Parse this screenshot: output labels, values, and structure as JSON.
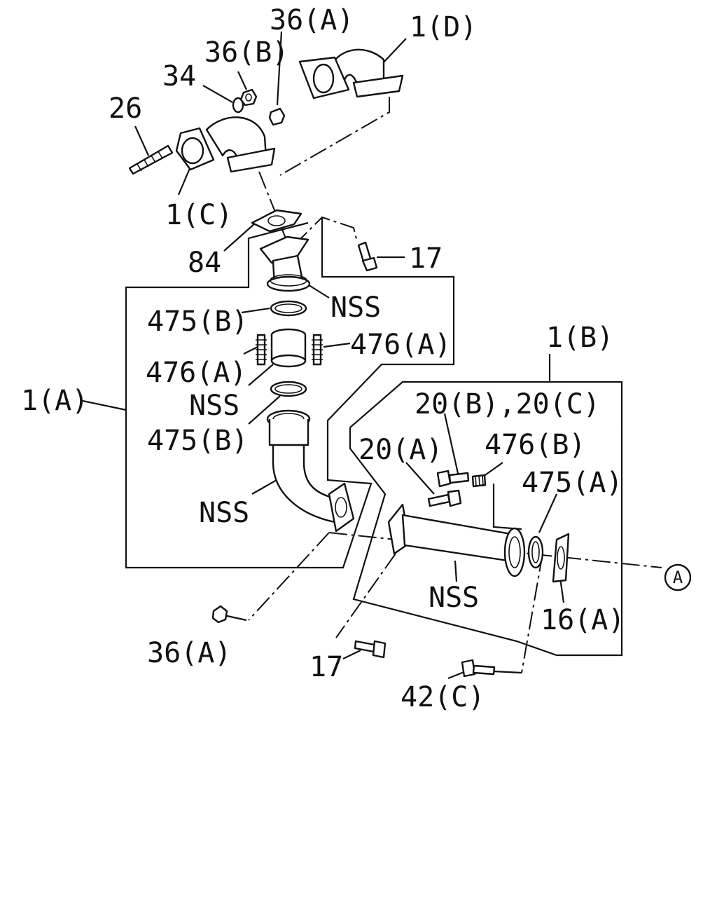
{
  "labels": {
    "l_36A_top": "36(A)",
    "l_1D": "1(D)",
    "l_36B": "36(B)",
    "l_34": "34",
    "l_26": "26",
    "l_1C": "1(C)",
    "l_84": "84",
    "l_17_top": "17",
    "l_NSS_1": "NSS",
    "l_475B_1": "475(B)",
    "l_476A_right": "476(A)",
    "l_476A_left": "476(A)",
    "l_NSS_2": "NSS",
    "l_1A": "1(A)",
    "l_475B_2": "475(B)",
    "l_1B": "1(B)",
    "l_20BC": "20(B),20(C)",
    "l_20A": "20(A)",
    "l_476B": "476(B)",
    "l_475A": "475(A)",
    "l_NSS_3": "NSS",
    "l_NSS_4": "NSS",
    "l_A_circle": "A",
    "l_16A": "16(A)",
    "l_36A_bottom": "36(A)",
    "l_17_bottom": "17",
    "l_42C": "42(C)"
  }
}
